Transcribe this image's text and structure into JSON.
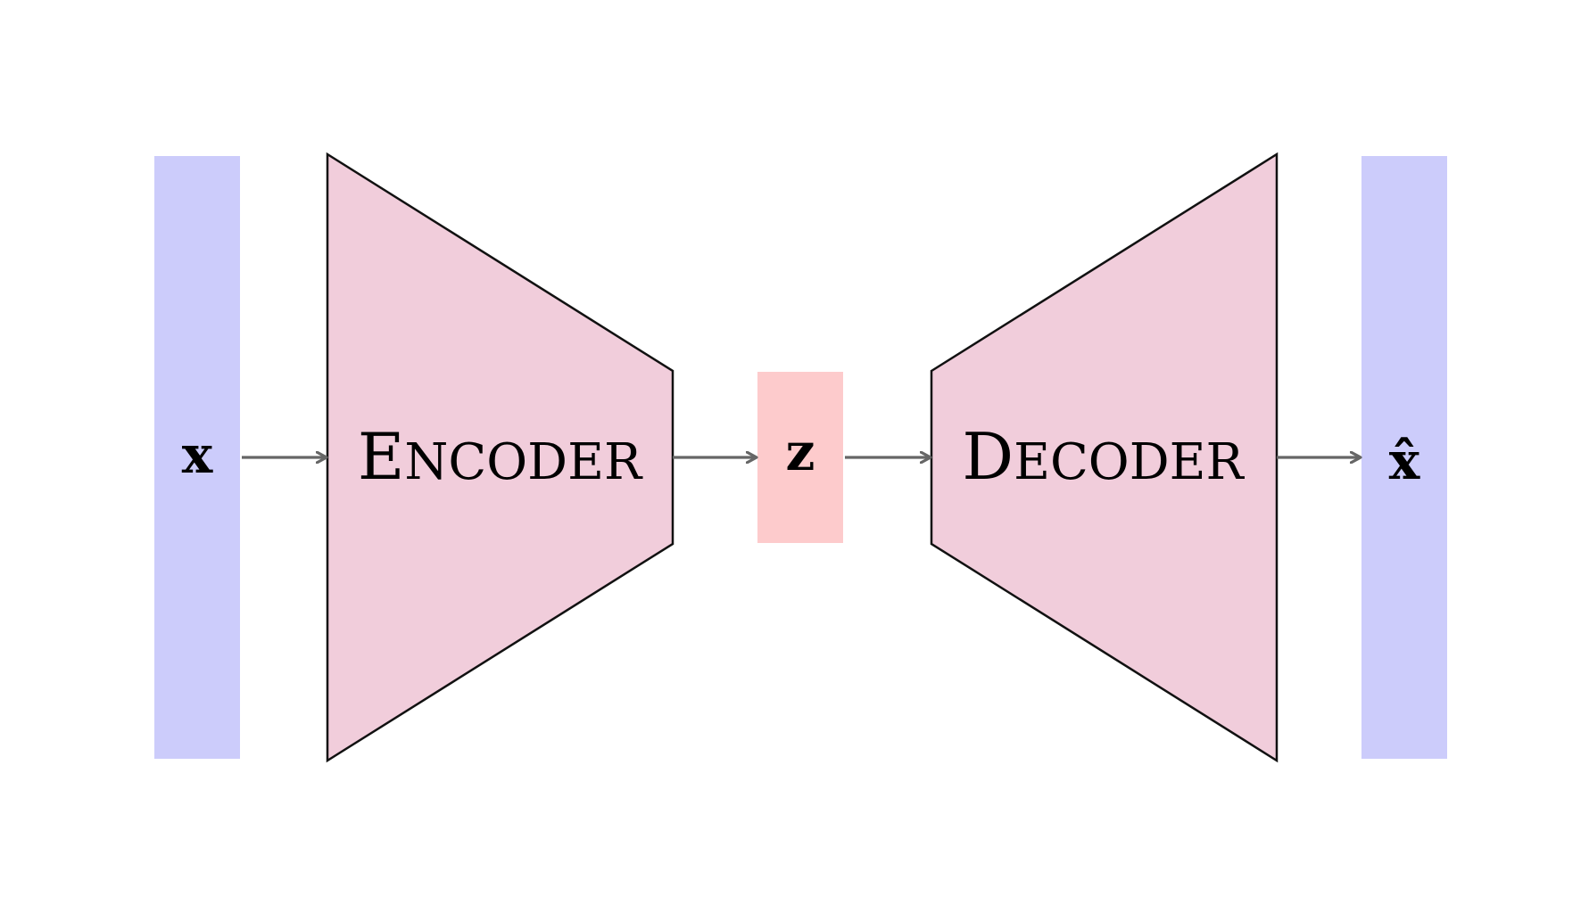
{
  "diagram": {
    "nodes": {
      "input": {
        "label": "x"
      },
      "encoder": {
        "label_initial": "E",
        "label_rest": "NCODER"
      },
      "latent": {
        "label": "z"
      },
      "decoder": {
        "label_initial": "D",
        "label_rest": "ECODER"
      },
      "output": {
        "label": "x̂"
      }
    },
    "edges": [
      {
        "from": "input",
        "to": "encoder"
      },
      {
        "from": "encoder",
        "to": "latent"
      },
      {
        "from": "latent",
        "to": "decoder"
      },
      {
        "from": "decoder",
        "to": "output"
      }
    ],
    "colors": {
      "io_fill": "#ccccfb",
      "coder_fill": "#f1cddb",
      "coder_stroke": "#111111",
      "latent_fill": "#fdcbcc",
      "arrow": "#666666"
    }
  }
}
